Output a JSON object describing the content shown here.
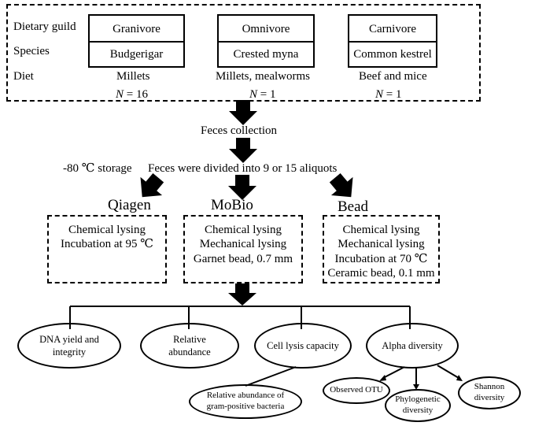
{
  "header": {
    "row_labels": [
      "Dietary guild",
      "Species",
      "Diet"
    ],
    "groups": [
      {
        "guild": "Granivore",
        "species": "Budgerigar",
        "diet": "Millets",
        "n_label": "N",
        "n_value": "= 16"
      },
      {
        "guild": "Omnivore",
        "species": "Crested myna",
        "diet": "Millets, mealworms",
        "n_label": "N",
        "n_value": "= 1"
      },
      {
        "guild": "Carnivore",
        "species": "Common kestrel",
        "diet": "Beef and mice",
        "n_label": "N",
        "n_value": "= 1"
      }
    ]
  },
  "flow": {
    "feces_collection": "Feces collection",
    "storage": "-80 ℃ storage",
    "divided": "Feces were divided into 9 or 15 aliquots"
  },
  "methods": [
    {
      "name": "Qiagen",
      "steps": [
        "Chemical lysing",
        "Incubation at 95 ℃"
      ]
    },
    {
      "name": "MoBio",
      "steps": [
        "Chemical lysing",
        "Mechanical lysing",
        "Garnet bead, 0.7 mm"
      ]
    },
    {
      "name": "Bead",
      "steps": [
        "Chemical lysing",
        "Mechanical lysing",
        "Incubation at 70 ℃",
        "Ceramic bead, 0.1 mm"
      ]
    }
  ],
  "outcomes": {
    "dna_yield": [
      "DNA yield and",
      "integrity"
    ],
    "relative_abundance": [
      "Relative",
      "abundance"
    ],
    "cell_lysis": "Cell lysis capacity",
    "alpha_diversity": "Alpha diversity",
    "gram_positive": [
      "Relative abundance of",
      "gram-positive bacteria"
    ],
    "observed_otu": "Observed OTU",
    "phylogenetic": [
      "Phylogenetic",
      "diversity"
    ],
    "shannon": [
      "Shannon",
      "diversity"
    ]
  }
}
